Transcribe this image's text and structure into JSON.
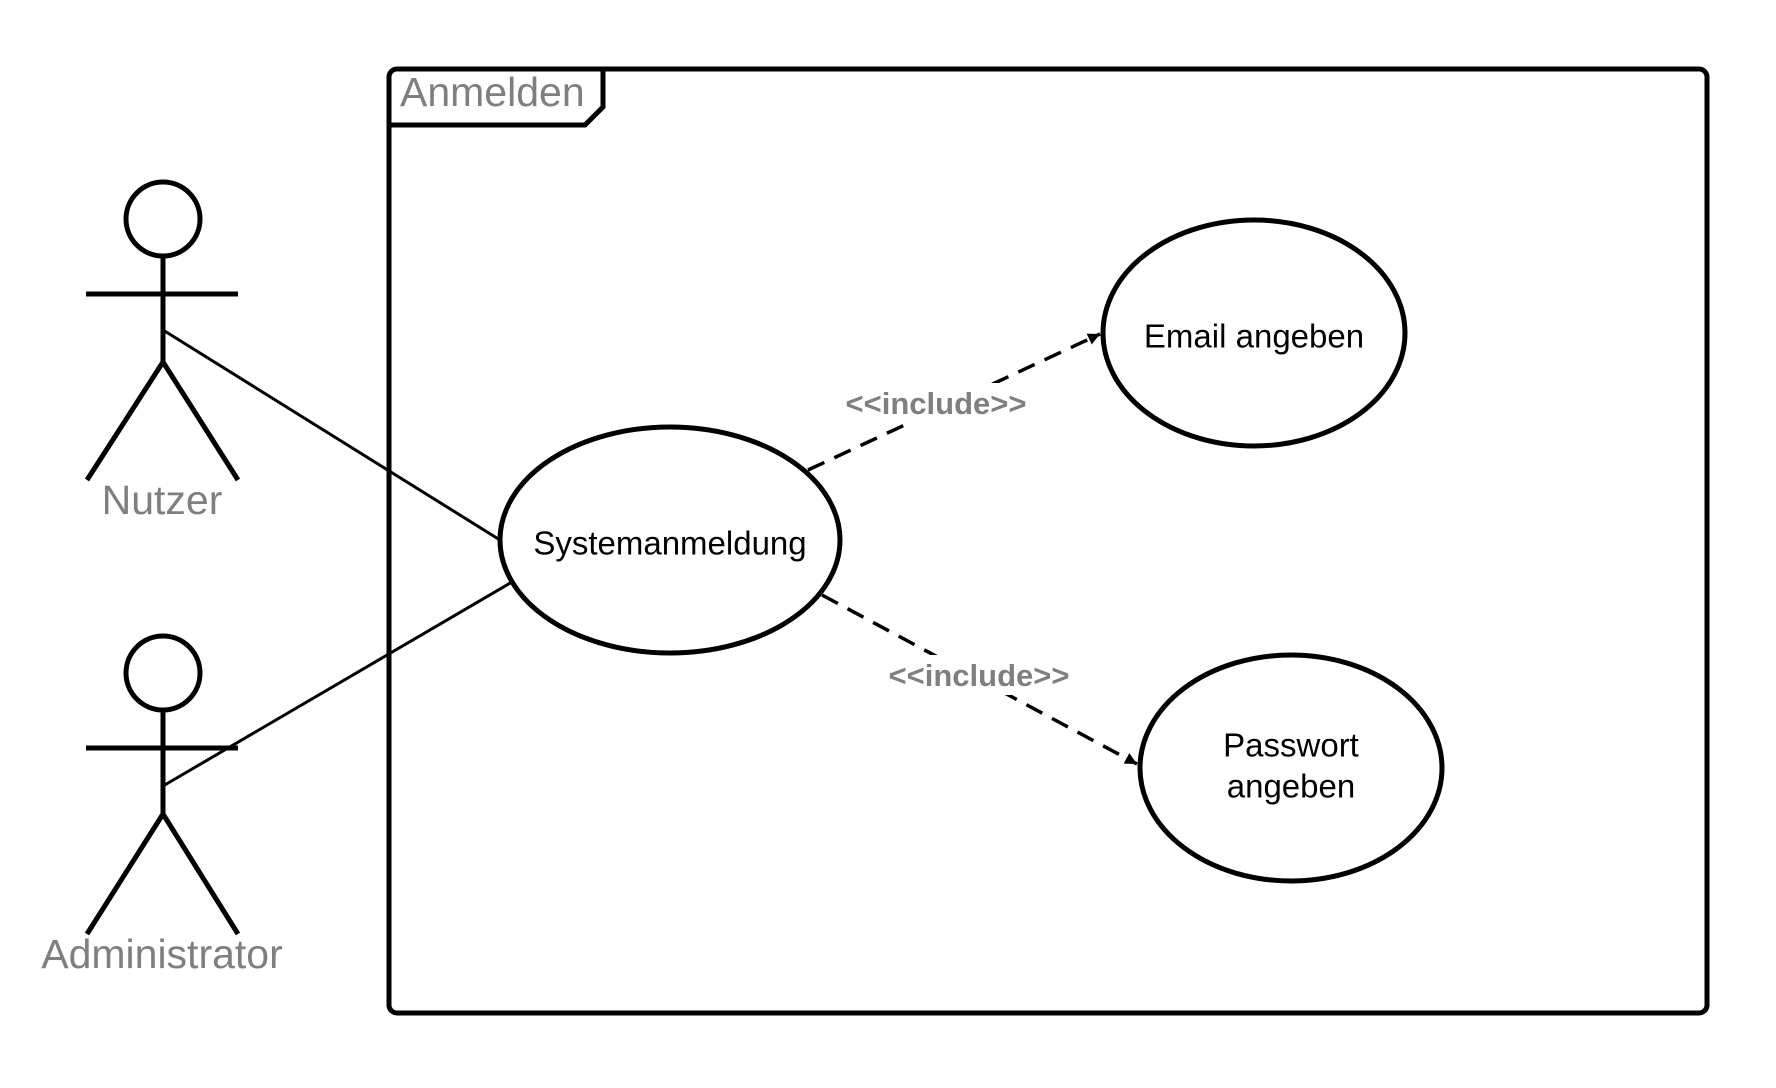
{
  "frame": {
    "label": "Anmelden"
  },
  "actors": [
    {
      "id": "nutzer",
      "label": "Nutzer"
    },
    {
      "id": "administrator",
      "label": "Administrator"
    }
  ],
  "use_cases": [
    {
      "id": "systemanmeldung",
      "label_lines": [
        "Systemanmeldung"
      ]
    },
    {
      "id": "email",
      "label_lines": [
        "Email angeben"
      ]
    },
    {
      "id": "passwort",
      "label_lines": [
        "Passwort",
        "angeben"
      ]
    }
  ],
  "relations": [
    {
      "from": "systemanmeldung",
      "to": "email",
      "stereotype": "<<include>>"
    },
    {
      "from": "systemanmeldung",
      "to": "passwort",
      "stereotype": "<<include>>"
    }
  ],
  "associations": [
    {
      "actor": "nutzer",
      "use_case": "systemanmeldung"
    },
    {
      "actor": "administrator",
      "use_case": "systemanmeldung"
    }
  ]
}
